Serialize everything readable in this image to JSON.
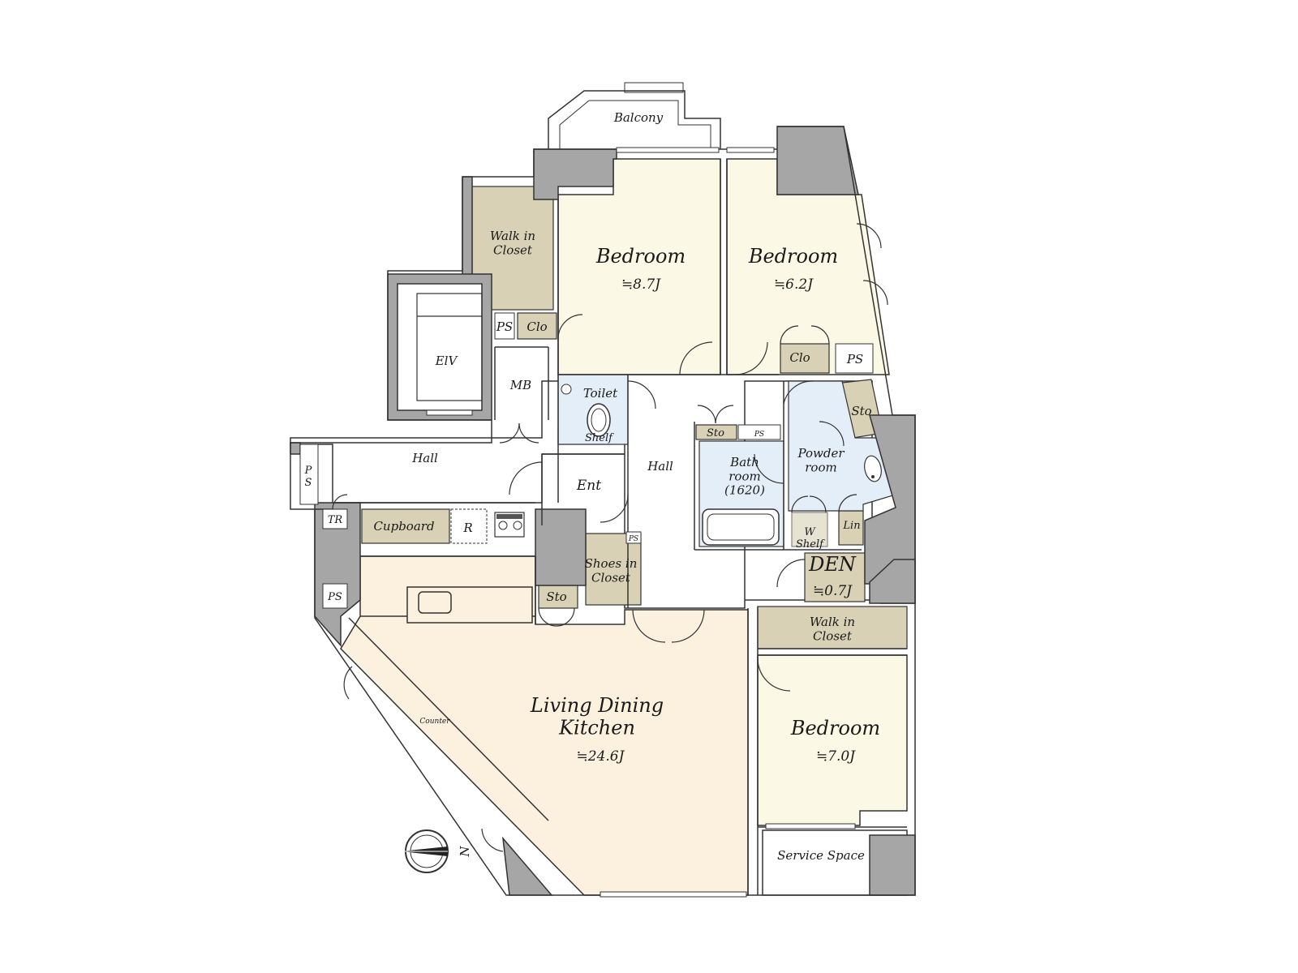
{
  "colors": {
    "bedroom": "#fbf9e6",
    "ldk": "#fcf0de",
    "closet": "#d8d1b5",
    "wet": "#e4eef8",
    "wall": "#a6a6a6",
    "hall": "#ffffff"
  },
  "labels": {
    "balcony": "Balcony",
    "walk_in_closet_1": "Walk in Closet",
    "bedroom1": "Bedroom",
    "bedroom1_size": "≒8.7J",
    "bedroom2": "Bedroom",
    "bedroom2_size": "≒6.2J",
    "bedroom3": "Bedroom",
    "bedroom3_size": "≒7.0J",
    "ps_a": "PS",
    "clo_a": "Clo",
    "clo_b": "Clo",
    "ps_b": "PS",
    "elv": "ElV",
    "mb": "MB",
    "toilet": "Toilet",
    "shelf_toilet": "Shelf",
    "hall_left": "Hall",
    "hall_center": "Hall",
    "ent": "Ent",
    "ps_vertical": "P S",
    "tr": "TR",
    "cupboard": "Cupboard",
    "r": "R",
    "ps_c": "PS",
    "sto_kitchen": "Sto",
    "shoes_closet": "Shoes in Closet",
    "ps_shoes": "PS",
    "sto_bath": "Sto",
    "ps_bath": "PS",
    "bath_room": "Bath room (1620)",
    "powder_room": "Powder room",
    "sto_powder": "Sto",
    "w_shelf": "W Shelf",
    "lin": "Lin",
    "den": "DEN",
    "den_size": "≒0.7J",
    "walk_in_closet_2": "Walk in Closet",
    "ldk": "Living Dining Kitchen",
    "ldk_size": "≒24.6J",
    "counter": "Counter",
    "service_space": "Service Space",
    "north": "N"
  },
  "icons": [
    "compass-icon",
    "elevator-icon",
    "toilet-icon",
    "sink-icon",
    "bathtub-icon",
    "stove-icon",
    "kitchen-sink-icon"
  ]
}
